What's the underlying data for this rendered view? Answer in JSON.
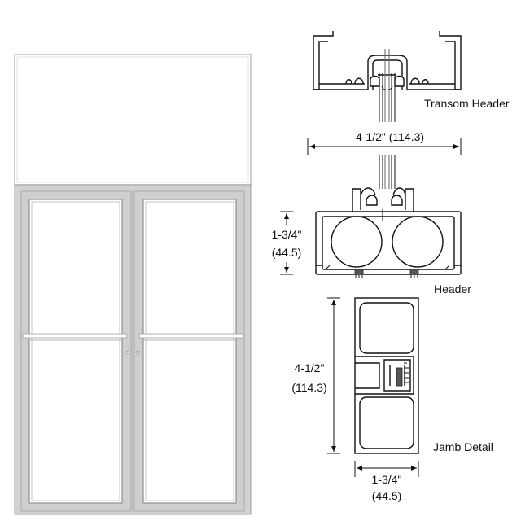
{
  "labels": {
    "transom_header": "Transom Header",
    "header": "Header",
    "jamb_detail": "Jamb Detail"
  },
  "dimensions": {
    "transom_width_in": "4-1/2\" (114.3)",
    "header_depth_in": "1-3/4\"",
    "header_depth_mm": "(44.5)",
    "jamb_height_in": "4-1/2\"",
    "jamb_height_mm": "(114.3)",
    "jamb_depth_in": "1-3/4\"",
    "jamb_depth_mm": "(44.5)"
  },
  "colors": {
    "frame": "#d2d2d2",
    "frame_edge": "#9a9a9a",
    "glass": "#ffffff",
    "line": "#111111",
    "seal": "#555555"
  }
}
